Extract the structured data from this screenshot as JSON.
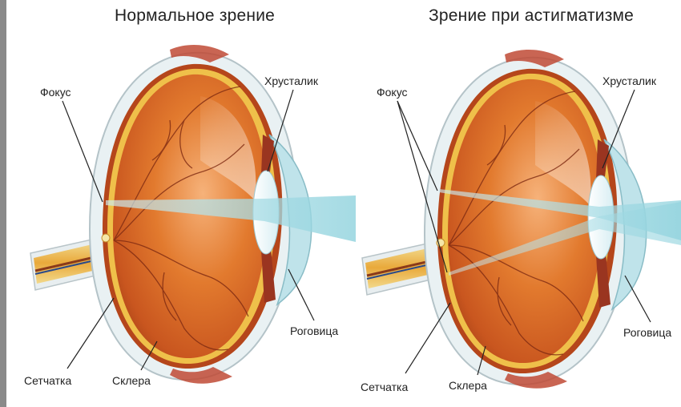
{
  "panels": [
    {
      "title": "Нормальное зрение",
      "labels": {
        "focus": "Фокус",
        "lens": "Хрусталик",
        "retina": "Сетчатка",
        "sclera": "Склера",
        "cornea": "Роговица"
      }
    },
    {
      "title": "Зрение при астигматизме",
      "labels": {
        "focus": "Фокус",
        "lens": "Хрусталик",
        "retina": "Сетчатка",
        "sclera": "Склера",
        "cornea": "Роговица"
      }
    }
  ],
  "colors": {
    "eyeball_inner": "#e27a2e",
    "eyeball_dark": "#b9481c",
    "sclera": "#eaf2f4",
    "retina": "#f0c24a",
    "cornea": "#bfe3ea",
    "light_beam": "#a8dde6",
    "label_line": "#222222"
  }
}
